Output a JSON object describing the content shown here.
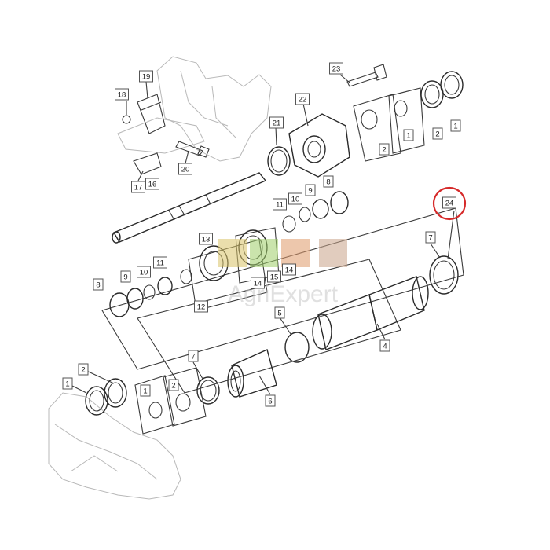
{
  "diagram": {
    "watermark_text": "AgriExpert",
    "highlight_color": "#d62a2a",
    "watermark_colors": [
      "#d9c46a",
      "#9fcf6a",
      "#e09a6a",
      "#c9a48a"
    ],
    "callouts": {
      "c1a": "1",
      "c2a": "2",
      "c1b": "1",
      "c2b": "2",
      "c1c": "1",
      "c2c": "2",
      "c1d": "1",
      "c2d": "2",
      "c4": "4",
      "c5": "5",
      "c6": "6",
      "c7a": "7",
      "c7b": "7",
      "c8a": "8",
      "c8b": "8",
      "c9a": "9",
      "c9b": "9",
      "c10a": "10",
      "c10b": "10",
      "c11a": "11",
      "c11b": "11",
      "c12": "12",
      "c13": "13",
      "c14a": "14",
      "c14b": "14",
      "c15": "15",
      "c16": "16",
      "c17": "17",
      "c18": "18",
      "c19": "19",
      "c20": "20",
      "c21": "21",
      "c22": "22",
      "c23": "23",
      "c24": "24"
    }
  }
}
